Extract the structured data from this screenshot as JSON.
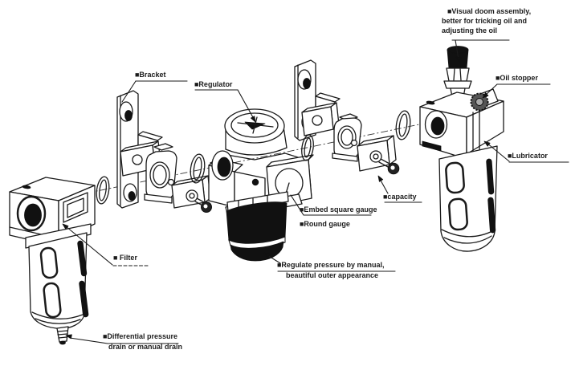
{
  "figure": {
    "background_color": "#ffffff",
    "line_color": "#1a1a1a",
    "dark_fill_color": "#111111",
    "labels": {
      "visual_dome": {
        "lines": [
          "■Visual doom assembly,",
          "better for tricking oil and",
          "adjusting the oil"
        ]
      },
      "bracket": {
        "text": "■Bracket"
      },
      "regulator": {
        "text": "■Regulator"
      },
      "oil_stopper": {
        "text": "■Oil stopper"
      },
      "lubricator": {
        "text": "■Lubricator"
      },
      "capacity": {
        "text": "■capacity"
      },
      "embed_square_gauge": {
        "text": "■Embed square gauge"
      },
      "round_gauge": {
        "text": "■Round gauge"
      },
      "filter": {
        "text": "■ Filter"
      },
      "regulate_pressure": {
        "lines": [
          "■Regulate pressure by manual,",
          "beautiful outer appearance"
        ]
      },
      "differential_drain": {
        "lines": [
          "■Differential pressure",
          "drain or manual drain"
        ]
      }
    }
  }
}
